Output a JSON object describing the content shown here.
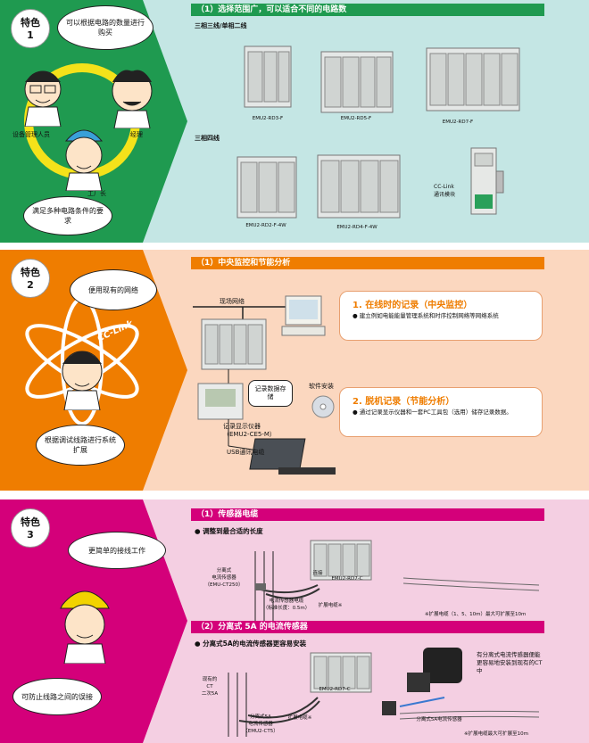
{
  "section1": {
    "badge": [
      "特色",
      "1"
    ],
    "bubble_top": "可以根据电路的数量进行购买",
    "bubble_bottom": "满足多种电路条件的要求",
    "roles": [
      "设备管理人员",
      "经理",
      "工厂长"
    ],
    "header": "（1）选择范围广，可以适合不同的电路数",
    "group1_title": "三相三线/单相二线",
    "group2_title": "三相四线",
    "models_row1": [
      "EMU2-RD3-F",
      "EMU2-RD5-F",
      "EMU2-RD7-F"
    ],
    "models_row2": [
      "EMU2-RD2-F-4W",
      "EMU2-RD4-F-4W"
    ],
    "cclink_label": "CC-Link\n通讯模块"
  },
  "section2": {
    "badge": [
      "特色",
      "2"
    ],
    "bubble_top": "便用现有的网络",
    "bubble_bottom": "根据调试线路进行系统扩展",
    "cclink_text": "CC-Link",
    "header": "（1）中央监控和节能分析",
    "network_label": "现场网络",
    "storage_label": "记录数据存储",
    "software_label": "软件安装",
    "display_label": "记录显示仪器\n（EMU2-CE5-M）",
    "usb_label": "USB通讯电缆",
    "callout1_title": "1. 在线时的记录（中央监控）",
    "callout1_text": "● 建立例如电能能量管理系统和时序控制网络等网络系统",
    "callout2_title": "2. 脱机记录（节能分析）",
    "callout2_text": "● 通过记录显示仪器和一套PC工具包（选用）储存记录数据。"
  },
  "section3": {
    "badge": [
      "特色",
      "3"
    ],
    "bubble_top": "更简单的接线工作",
    "bubble_bottom": "可防止线路之间的误接",
    "header1": "（1）传感器电缆",
    "bullet1": "● 调整到最合适的长度",
    "labels1": [
      "分离式\n电流传感器\n（EMU-CT250）",
      "电流传感器电缆\n（标准长度：0.5m）",
      "扩展电缆※",
      "连接",
      "EMU2-RD7-C"
    ],
    "note1": "※扩展电缆（1、5、10m）最大可扩展至10m",
    "header2": "（2）分离式 5A 的电流传感器",
    "bullet2": "● 分离式5A的电流传感器更容易安装",
    "labels2": [
      "现有的\nCT\n二次5A",
      "分离式5A\n电流传感器\n（EMU2-CT5）",
      "扩展电缆※",
      "EMU2-RD7-C"
    ],
    "right_note": "有分离式电流传感器便能更容易地安装到现有的CT中",
    "ct_label": "分离式5A电流传感器",
    "note2": "※扩展电缆最大可扩展至10m"
  }
}
